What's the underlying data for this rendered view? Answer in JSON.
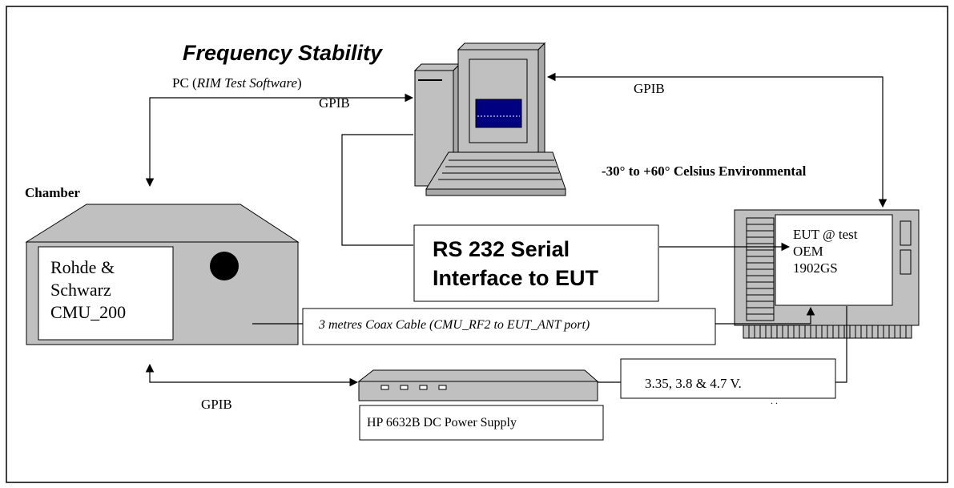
{
  "diagram": {
    "title": "Frequency Stability",
    "chamber_label": "Chamber",
    "environment_label": "-30° to +60° Celsius Environmental",
    "pc_label_prefix": "PC (",
    "pc_label_software": "RIM Test Software",
    "pc_label_suffix": ")",
    "gpib_labels": [
      "GPIB",
      "GPIB",
      "GPIB"
    ],
    "instrument_name_lines": [
      "Rohde &",
      "Schwarz",
      "CMU_200"
    ],
    "serial_box_lines": [
      "RS 232 Serial",
      "Interface to EUT"
    ],
    "coax_cable_label": "3 metres Coax Cable  (CMU_RF2 to EUT_ANT port)",
    "eut_lines": [
      "EUT @ test",
      "OEM",
      "1902GS"
    ],
    "voltage_label": "3.35, 3.8 & 4.7 V.",
    "voltage_mark": ". .",
    "power_supply_label": "HP 6632B DC Power Supply"
  },
  "colors": {
    "equipment_gray": "#c0c0c0",
    "screen_blue": "#000080",
    "line_black": "#000000",
    "background_white": "#ffffff"
  },
  "icons": [
    "computer-monitor-icon",
    "computer-tower-icon",
    "keyboard-icon",
    "test-chamber-icon",
    "power-supply-icon"
  ]
}
